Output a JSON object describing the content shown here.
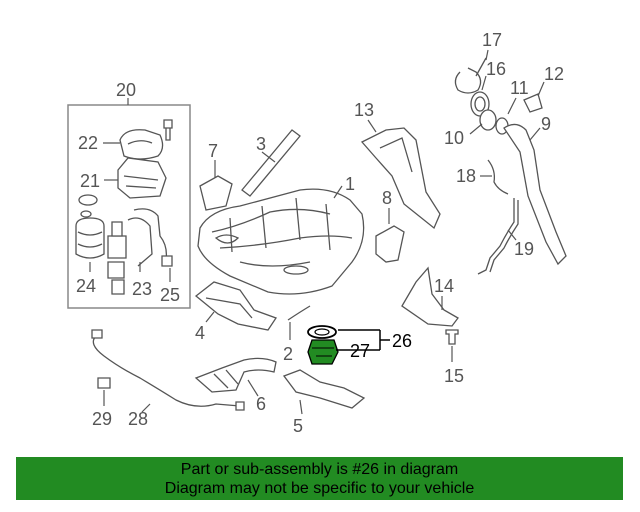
{
  "callouts": {
    "c1": "1",
    "c2": "2",
    "c3": "3",
    "c4": "4",
    "c5": "5",
    "c6": "6",
    "c7": "7",
    "c8": "8",
    "c9": "9",
    "c10": "10",
    "c11": "11",
    "c12": "12",
    "c13": "13",
    "c14": "14",
    "c15": "15",
    "c16": "16",
    "c17": "17",
    "c18": "18",
    "c19": "19",
    "c20": "20",
    "c21": "21",
    "c22": "22",
    "c23": "23",
    "c24": "24",
    "c25": "25",
    "c26": "26",
    "c27": "27",
    "c28": "28",
    "c29": "29"
  },
  "colors": {
    "highlight": "#228b22",
    "line": "#555555",
    "banner_bg": "#228b22"
  },
  "banner": {
    "line1": "Part or sub-assembly is #26 in diagram",
    "line2": "Diagram may not be specific to your vehicle"
  }
}
